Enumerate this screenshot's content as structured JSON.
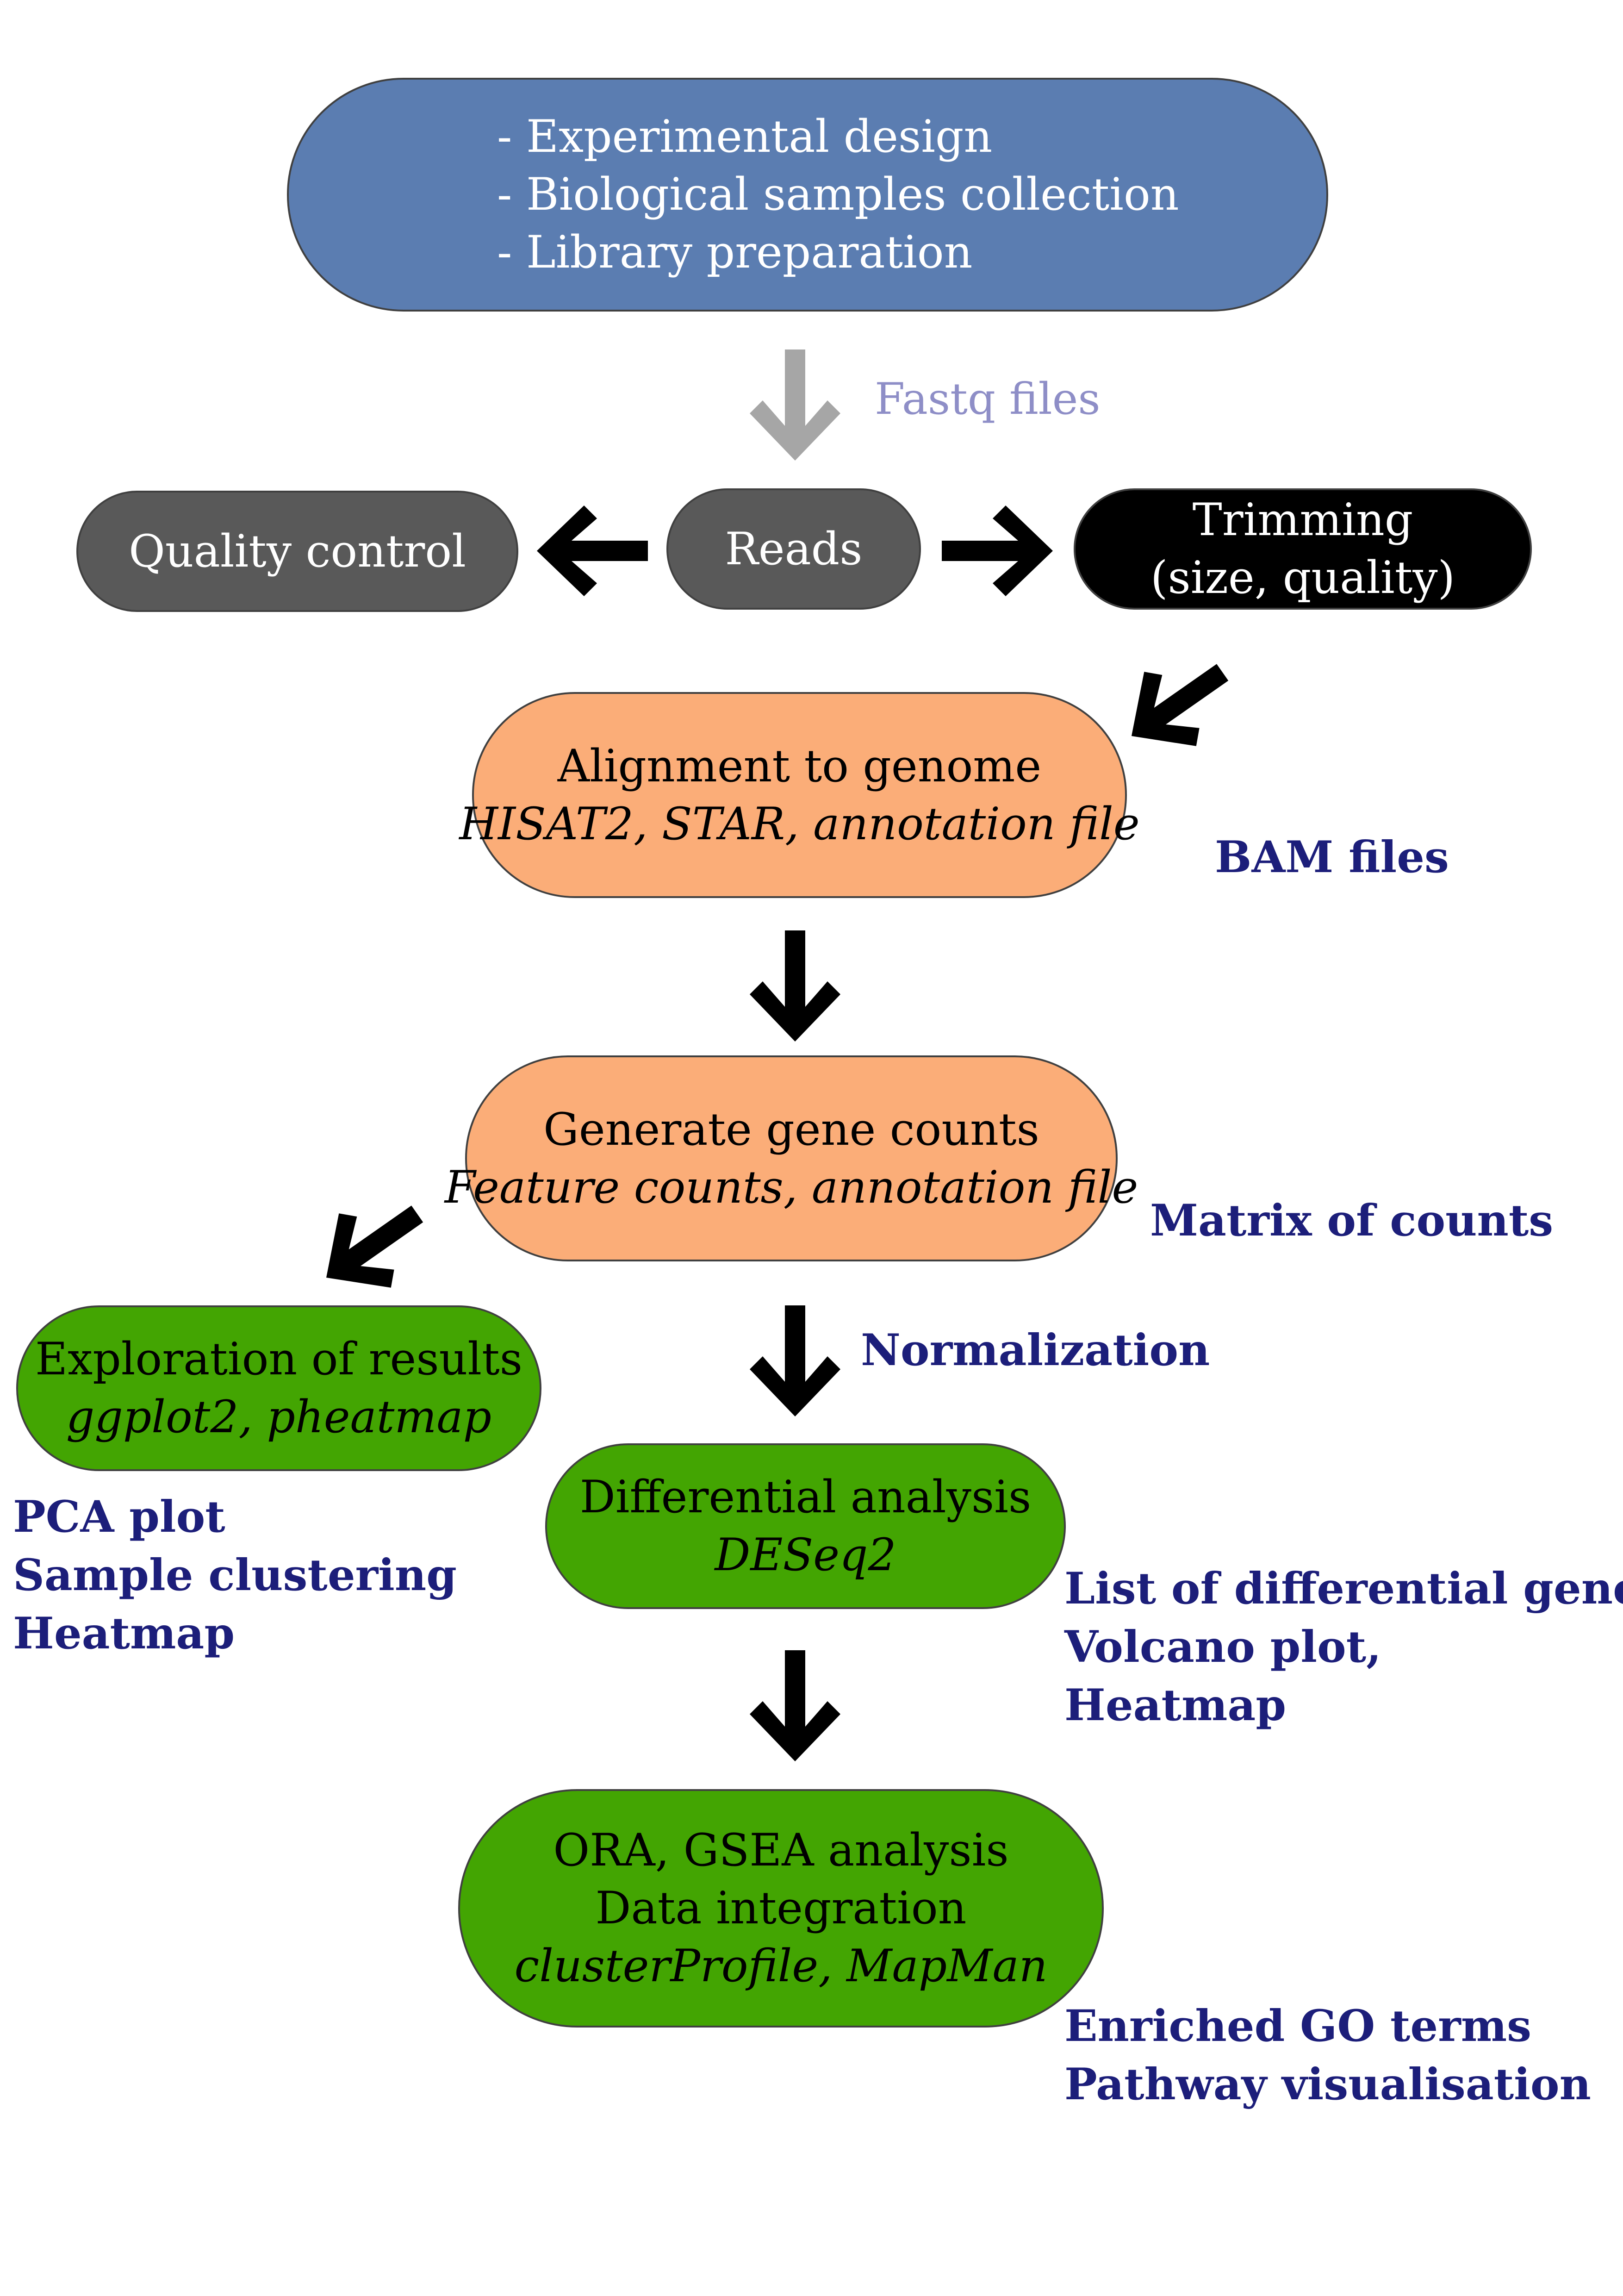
{
  "start": {
    "lines": [
      "- Experimental design",
      "- Biological samples collection",
      "- Library preparation"
    ],
    "color": "#5b7db1"
  },
  "fastq_label": "Fastq files",
  "qc": {
    "label": "Quality control",
    "color": "#595959"
  },
  "reads": {
    "label": "Reads",
    "color": "#595959"
  },
  "trimming": {
    "lines": [
      "Trimming",
      "(size, quality)"
    ],
    "color": "#000000"
  },
  "alignment": {
    "title": "Alignment to genome",
    "tools": "HISAT2, STAR, annotation file",
    "color": "#fbad78"
  },
  "alignment_output": "BAM files",
  "counts": {
    "title": "Generate gene counts",
    "tools": "Feature counts, annotation file",
    "color": "#fbad78"
  },
  "counts_output": "Matrix of counts",
  "exploration": {
    "title": "Exploration of results",
    "tools": "ggplot2, pheatmap",
    "color": "#43a502"
  },
  "exploration_output": [
    "PCA plot",
    "Sample clustering",
    "Heatmap"
  ],
  "normalization_label": "Normalization",
  "differential": {
    "title": "Differential analysis",
    "tools": "DESeq2",
    "color": "#43a502"
  },
  "differential_output": [
    "List of differential genes",
    "Volcano plot,",
    "Heatmap"
  ],
  "enrichment": {
    "lines": [
      "ORA, GSEA analysis",
      "Data integration"
    ],
    "tools": "clusterProfile, MapMan",
    "color": "#43a502"
  },
  "enrichment_output": [
    "Enriched GO terms",
    "Pathway visualisation"
  ]
}
